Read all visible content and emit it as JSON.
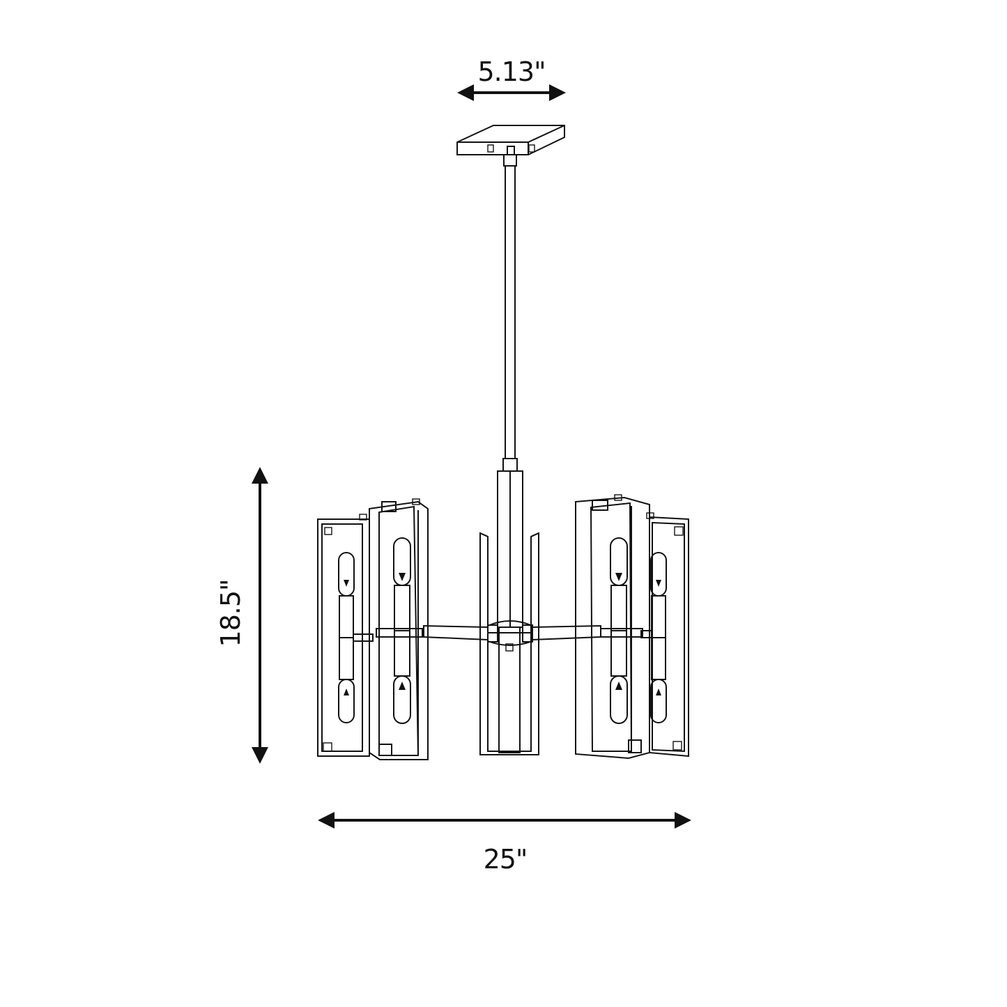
{
  "dimensions": {
    "canopy_width": "5.13\"",
    "height": "18.5\"",
    "width": "25\""
  },
  "colors": {
    "line": "#111111",
    "background": "#ffffff"
  }
}
